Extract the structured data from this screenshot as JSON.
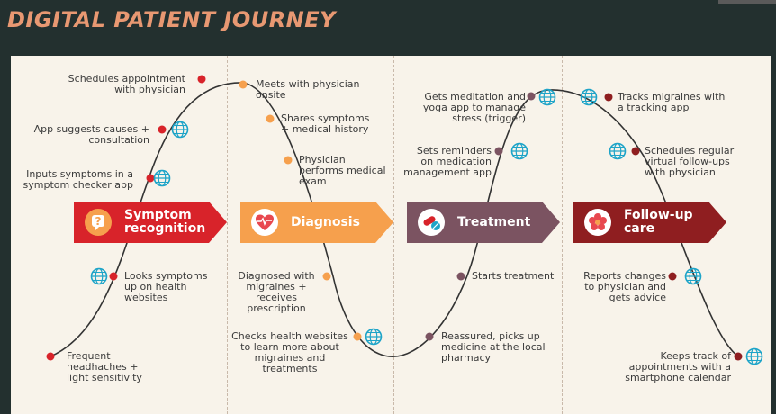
{
  "title": "DIGITAL PATIENT JOURNEY",
  "colors": {
    "symptom": "#d8232a",
    "diagnosis": "#f6a04d",
    "treatment": "#7b5361",
    "followup": "#8f1e20",
    "globe": "#1ea4c8",
    "curve": "#333333"
  },
  "stages": [
    {
      "label": "Symptom\nrecognition",
      "icon": "question-icon"
    },
    {
      "label": "Diagnosis",
      "icon": "heart-pulse-icon"
    },
    {
      "label": "Treatment",
      "icon": "pills-icon"
    },
    {
      "label": "Follow-up\ncare",
      "icon": "flower-icon"
    }
  ],
  "steps": {
    "s1": "Schedules appointment\nwith physician",
    "s2": "App suggests causes +\nconsultation",
    "s3": "Inputs symptoms in a\nsymptom checker app",
    "s4": "Looks symptoms\nup on health\nwebsites",
    "s5": "Frequent\nheadhaches +\nlight sensitivity",
    "d1": "Meets with physician\nonsite",
    "d2": "Shares symptoms\n+ medical history",
    "d3": "Physician\nperforms medical\nexam",
    "d4": "Diagnosed with\nmigraines +\nreceives\nprescription",
    "d5": "Checks health websites\nto learn more about\nmigraines and\ntreatments",
    "t1": "Gets meditation and\nyoga app to manage\nstress (trigger)",
    "t2": "Sets reminders\non medication\nmanagement app",
    "t3": "Starts treatment",
    "t4": "Reassured, picks up\nmedicine at the local\npharmacy",
    "f1": "Tracks migraines with\na tracking app",
    "f2": "Schedules regular\nvirtual follow-ups\nwith physician",
    "f3": "Reports changes\nto physician and\ngets advice",
    "f4": "Keeps track of\nappointments with a\nsmartphone calendar"
  }
}
